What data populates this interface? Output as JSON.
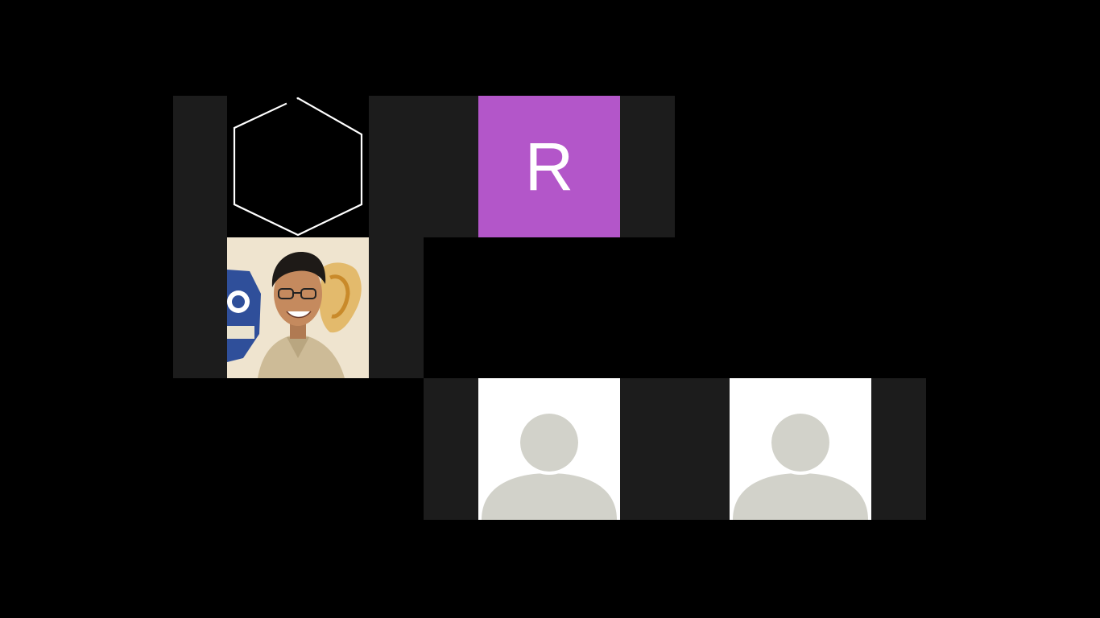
{
  "participants": [
    {
      "avatar_type": "hexagon-outline",
      "icon": "hexagon-icon",
      "color": "#ffffff"
    },
    {
      "avatar_type": "letter",
      "initial": "R",
      "color": "#b356c9"
    },
    {
      "avatar_type": "camera-video",
      "icon": "person-video"
    },
    {
      "avatar_type": "default-silhouette",
      "icon": "person-placeholder-icon",
      "color": "#d2d2ca"
    },
    {
      "avatar_type": "default-silhouette",
      "icon": "person-placeholder-icon",
      "color": "#d2d2ca"
    }
  ],
  "theme": {
    "background": "#000000",
    "tile_background": "#1c1c1c"
  }
}
